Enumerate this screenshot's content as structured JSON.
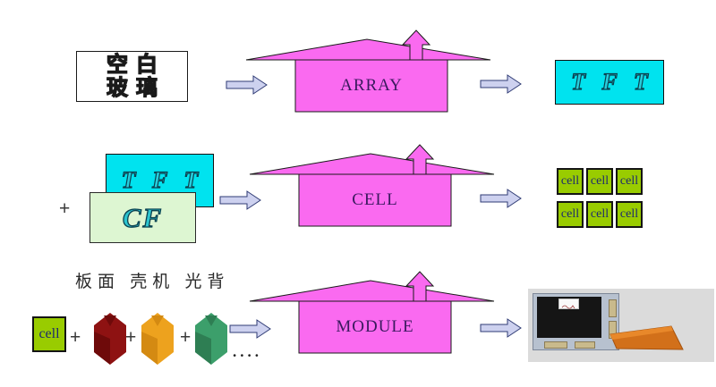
{
  "row1": {
    "glass_line1": "空白",
    "glass_line2": "玻璃",
    "factory_label": "ARRAY",
    "tft_label": "T F T"
  },
  "row2": {
    "plus": "+",
    "tft_label": "T F T",
    "cf_label": "CF",
    "factory_label": "CELL",
    "cell_label": "cell",
    "cell_count": 6
  },
  "row3": {
    "annotation": "板面 壳机 光背",
    "cell_label": "cell",
    "plus": "+",
    "factory_label": "MODULE",
    "ellipsis": "...."
  },
  "colors": {
    "factory_pink": "#FA6AF0",
    "flow_arrow_fill": "#CDD1EF",
    "tft_cyan": "#00E3EF",
    "cf_green_bg": "#DDF6D2",
    "cell_green": "#99CC00",
    "component_red": "#8E1212",
    "component_orange": "#EDA21E",
    "component_green": "#3C9F6B",
    "label_navy": "#3A1A5E"
  }
}
